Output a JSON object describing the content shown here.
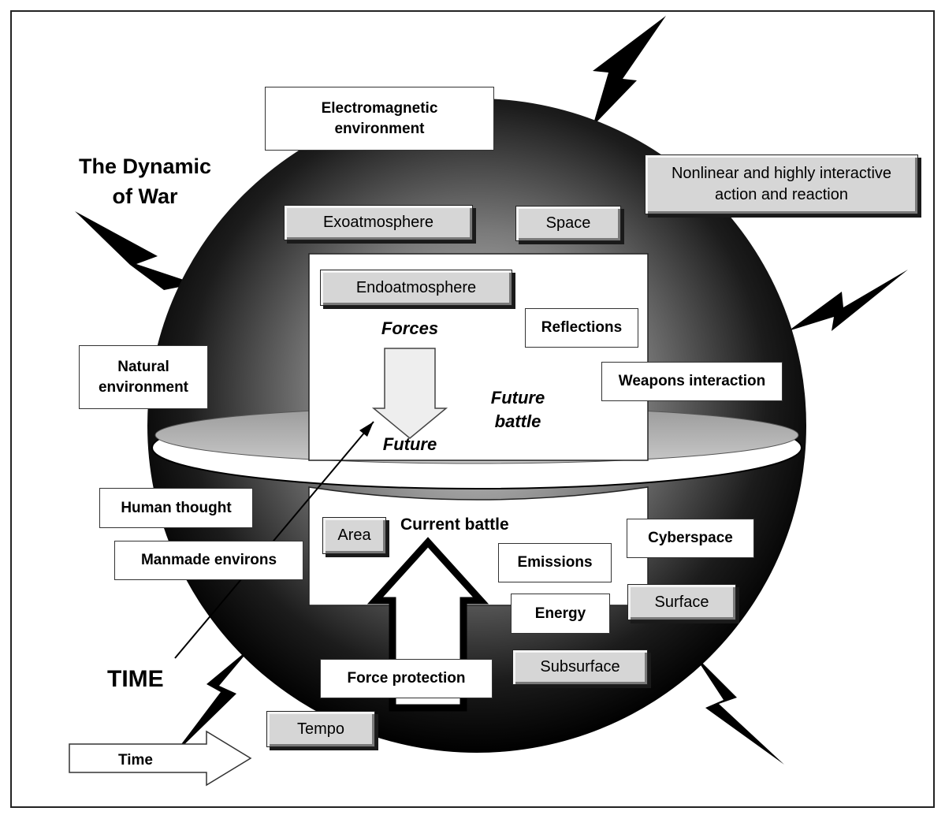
{
  "diagram": {
    "title": "The Dynamic of War",
    "time_heading": "TIME",
    "time_arrow_label": "Time",
    "inner_labels": {
      "forces": "Forces",
      "future": "Future",
      "future_battle": "Future battle",
      "current_battle": "Current battle"
    },
    "boxes": {
      "electromagnetic": "Electromagnetic environment",
      "nonlinear": "Nonlinear and highly interactive action and reaction",
      "exoatmosphere": "Exoatmosphere",
      "space": "Space",
      "endoatmosphere": "Endoatmosphere",
      "reflections": "Reflections",
      "natural": "Natural environment",
      "weapons": "Weapons interaction",
      "human_thought": "Human thought",
      "area": "Area",
      "cyberspace": "Cyberspace",
      "emissions": "Emissions",
      "manmade": "Manmade environs",
      "energy": "Energy",
      "surface": "Surface",
      "subsurface": "Subsurface",
      "force_protection": "Force protection",
      "tempo": "Tempo"
    }
  }
}
